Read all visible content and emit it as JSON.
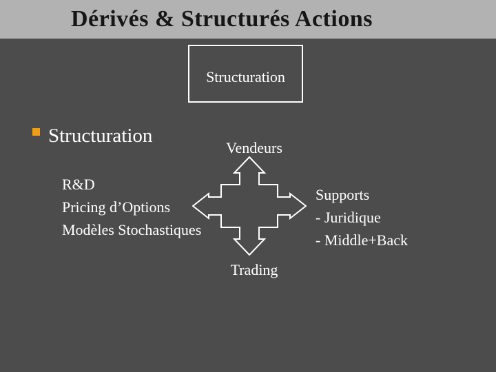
{
  "slide": {
    "title": "Dérivés & Structurés Actions",
    "top_box": {
      "label": "Structuration"
    },
    "bullet": {
      "label": "Structuration"
    },
    "diagram": {
      "top_label": "Vendeurs",
      "bottom_label": "Trading",
      "left_items": [
        "R&D",
        "Pricing d’Options",
        "Modèles Stochastiques"
      ],
      "right_items": [
        "Supports",
        "- Juridique",
        "- Middle+Back"
      ]
    },
    "colors": {
      "background": "#4c4c4c",
      "title_bar": "#b2b2b2",
      "title_text": "#161616",
      "body_text": "#ffffff",
      "bullet_square": "#f09c14",
      "arrow_outline": "#ffffff",
      "box_border": "#ffffff"
    }
  }
}
